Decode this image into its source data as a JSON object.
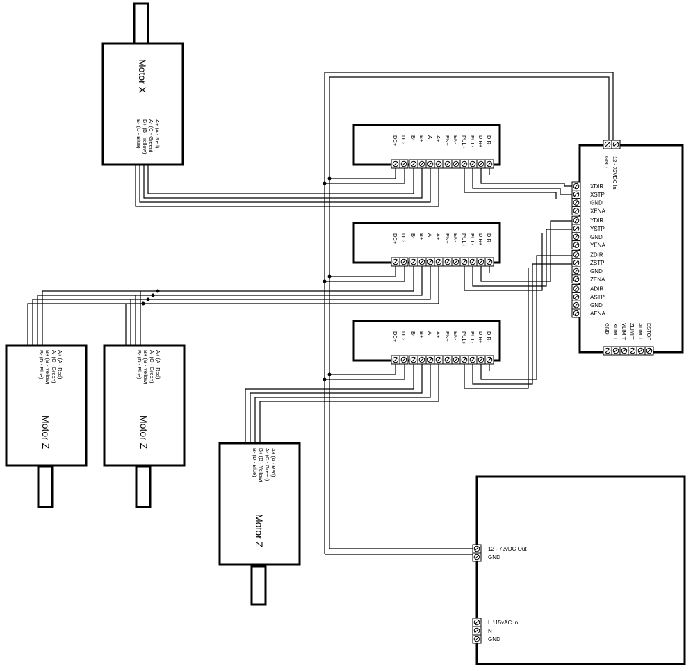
{
  "motors": {
    "x": {
      "title": "Motor X",
      "pins": [
        "A+ (A - Red)",
        "A- (C - Green)",
        "B+ (B - Yellow)",
        "B- (D - Blue)"
      ]
    },
    "z1": {
      "title": "Motor Z",
      "pins": [
        "A+ (A - Red)",
        "A- (C - Green)",
        "B+ (B - Yellow)",
        "B- (D - Blue)"
      ]
    },
    "z2": {
      "title": "Motor Z",
      "pins": [
        "A+ (A - Red)",
        "A- (C - Green)",
        "B+ (B - Yellow)",
        "B- (D - Blue)"
      ]
    },
    "z3": {
      "title": "Motor Z",
      "pins": [
        "A+ (A - Red)",
        "A- (C - Green)",
        "B+ (B - Yellow)",
        "B- (D - Blue)"
      ]
    }
  },
  "driver_labels": [
    "DC+",
    "DC-",
    "B-",
    "B+",
    "A-",
    "A+",
    "EN+",
    "EN-",
    "PUL+",
    "PUL-",
    "DIR+",
    "DIR-"
  ],
  "controller": {
    "power_labels": [
      "GND",
      "12 - 72VDC In"
    ],
    "axis_pins": [
      "XDIR",
      "XSTP",
      "GND",
      "XENA",
      "YDIR",
      "YSTP",
      "GND",
      "YENA",
      "ZDIR",
      "ZSTP",
      "GND",
      "ZENA",
      "ADIR",
      "ASTP",
      "GND",
      "AENA"
    ],
    "bottom_pins": [
      "GND",
      "XLIMIT",
      "YLIMIT",
      "ZLIMIT",
      "ALIMIT",
      "ESTOP"
    ]
  },
  "power_supply": {
    "out_labels": [
      "12 - 72vDC Out",
      "GND"
    ],
    "in_labels": [
      "L 115vAC In",
      "N",
      "GND"
    ]
  }
}
